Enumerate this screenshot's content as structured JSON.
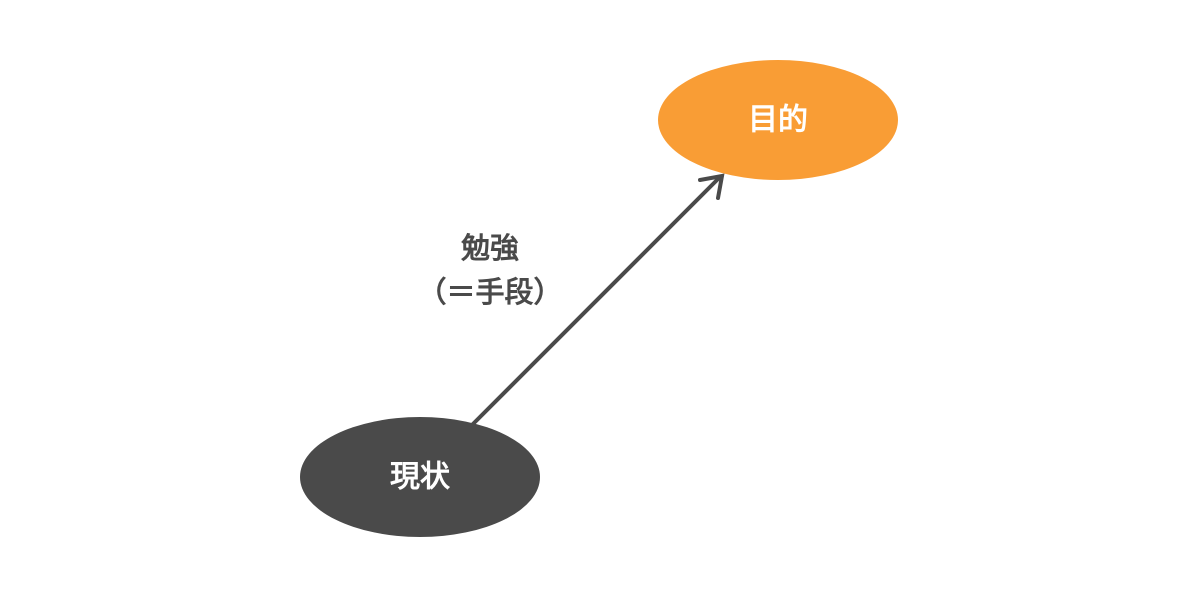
{
  "nodes": {
    "current": {
      "label": "現状",
      "color": "#4a4a4a"
    },
    "goal": {
      "label": "目的",
      "color": "#f99d35"
    }
  },
  "edge": {
    "label_line1": "勉強",
    "label_line2": "（＝手段）",
    "color": "#4a4a4a"
  }
}
